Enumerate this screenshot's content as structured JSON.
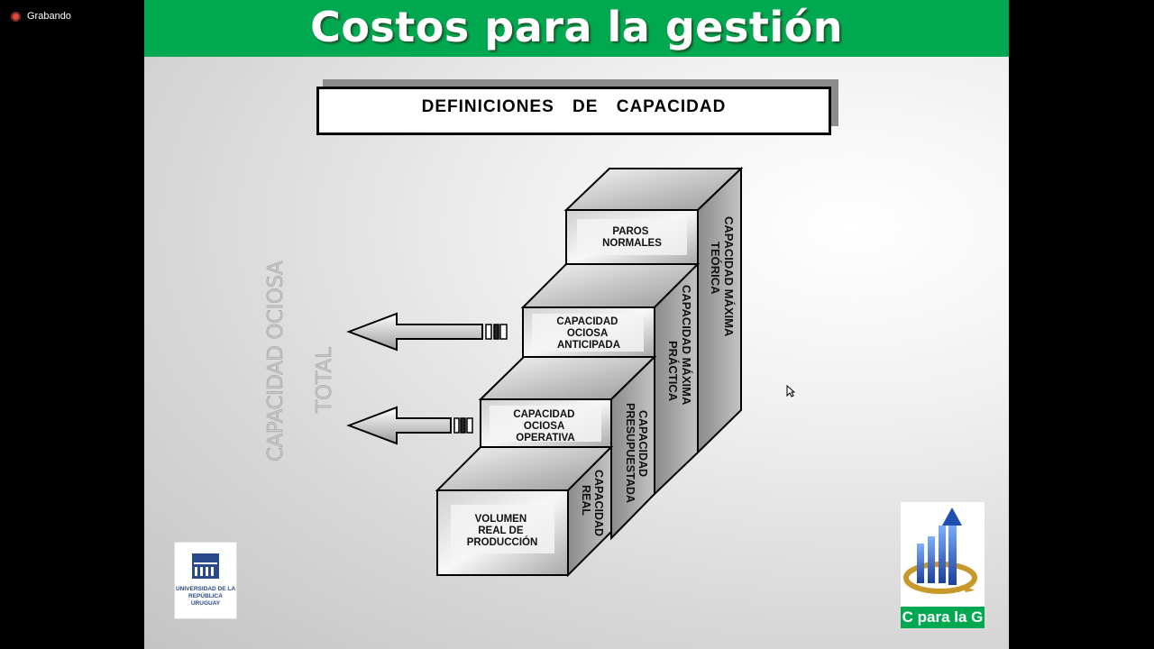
{
  "recording": {
    "label": "Grabando"
  },
  "slide": {
    "title": "Costos para la gestión",
    "definitions_header": "DEFINICIONES DE CAPACIDAD",
    "side_label_line1": "CAPACIDAD OCIOSA",
    "side_label_line2": "TOTAL",
    "blocks": {
      "paros": [
        "PAROS",
        "NORMALES"
      ],
      "anticipada": [
        "CAPACIDAD",
        "OCIOSA",
        "ANTICIPADA"
      ],
      "operativa": [
        "CAPACIDAD",
        "OCIOSA",
        "OPERATIVA"
      ],
      "volumen": [
        "VOLUMEN",
        "REAL DE",
        "PRODUCCIÓN"
      ]
    },
    "side_faces": {
      "real": [
        "CAPACIDAD",
        "REAL"
      ],
      "presupuestada": [
        "CAPACIDAD",
        "PRESUPUESTADA"
      ],
      "practica": [
        "CAPACIDAD MÁXIMA",
        "PRÁCTICA"
      ],
      "teorica": [
        "CAPACIDAD MÁXIMA",
        "TEÓRICA"
      ]
    },
    "logo_university": "UNIVERSIDAD DE LA REPÚBLICA URUGUAY",
    "logo_brand": "C para la G"
  },
  "colors": {
    "title_bar": "#00a94f",
    "logo_blue": "#1f4fb3",
    "logo_gold": "#c8982a"
  }
}
